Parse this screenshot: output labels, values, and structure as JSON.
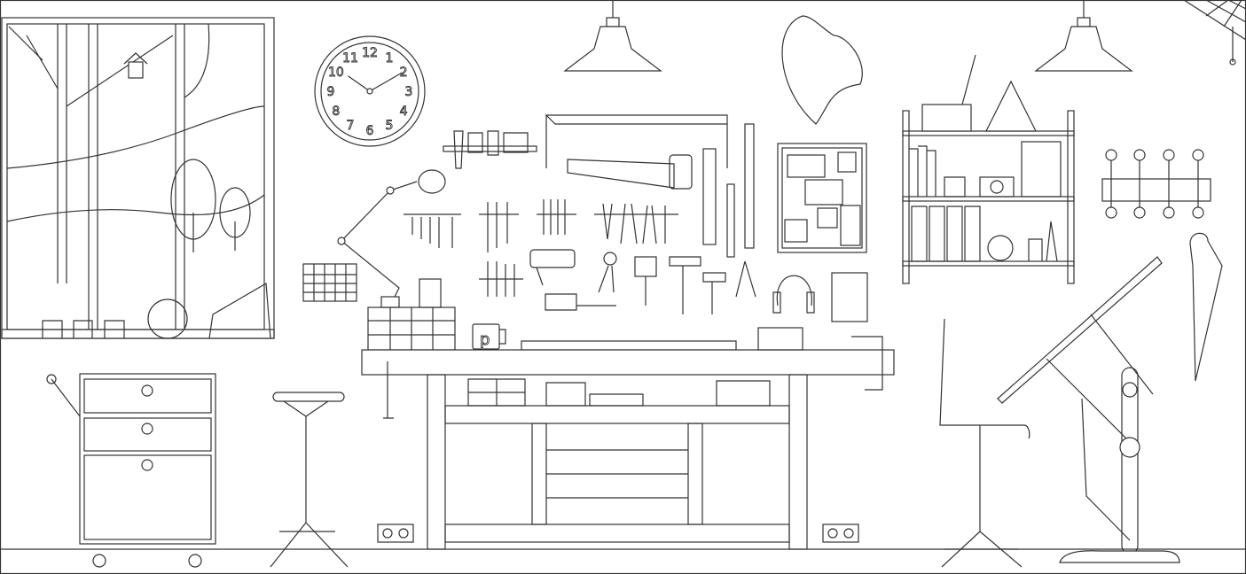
{
  "scene": {
    "clock": {
      "numbers": [
        "12",
        "1",
        "2",
        "3",
        "4",
        "5",
        "6",
        "7",
        "8",
        "9",
        "10",
        "11"
      ],
      "hour": 10,
      "minute": 10
    },
    "mug_letter": "p",
    "colors": {
      "line": "#333333",
      "background": "#ffffff"
    }
  }
}
